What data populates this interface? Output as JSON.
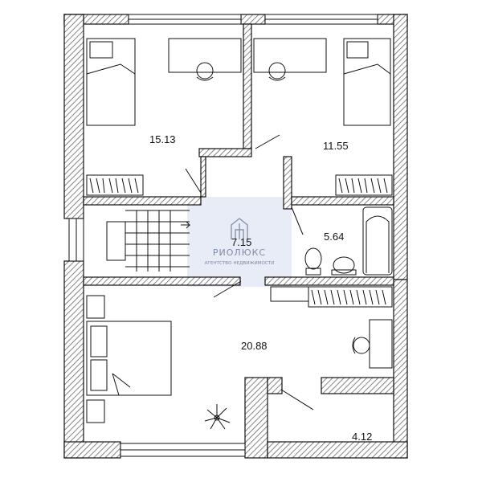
{
  "rooms": {
    "bedroom_left": "15.13",
    "bedroom_right": "11.55",
    "hall": "7.15",
    "bathroom": "5.64",
    "master_bedroom": "20.88",
    "closet": "4.12"
  },
  "watermark": {
    "brand": "РИОЛЮКС",
    "tagline": "АГЕНТСТВО НЕДВИЖИМОСТИ",
    "color": "#8a94ad"
  },
  "colors": {
    "wall_hatch": "#555555",
    "line": "#111111",
    "watermark_bg": "#e8ecf6"
  }
}
